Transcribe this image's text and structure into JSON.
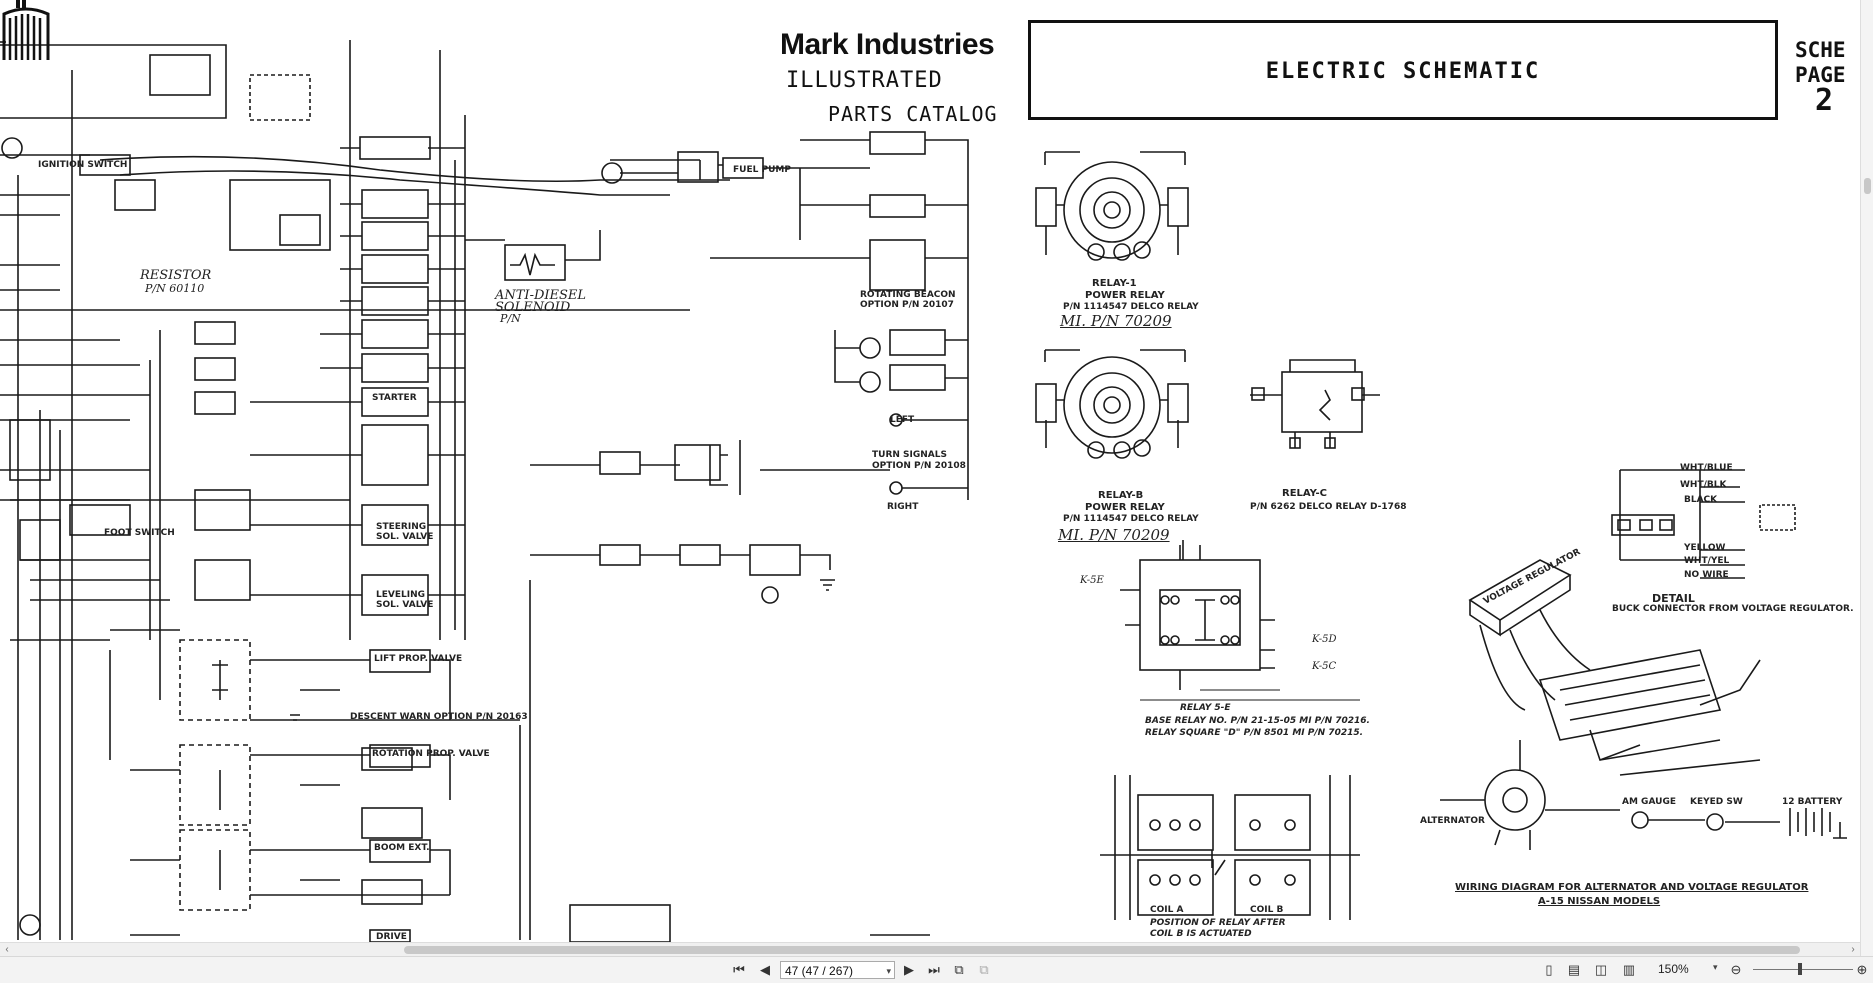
{
  "header": {
    "brand": "Mark Industries",
    "subtitle_line1": "ILLUSTRATED",
    "subtitle_line2": "PARTS CATALOG",
    "title": "ELECTRIC SCHEMATIC",
    "sche_label": "SCHE",
    "page_label": "PAGE",
    "page_number": "2"
  },
  "schematic_labels": {
    "resistor": "RESISTOR",
    "resistor_pn": "P/N 60110",
    "anti_diesel": "ANTI-DIESEL",
    "solenoid": "SOLENOID",
    "pn": "P/N",
    "rotating_beacon": "ROTATING BEACON",
    "beacon_option": "OPTION P/N 20107",
    "left": "LEFT",
    "turn_signals": "TURN SIGNALS",
    "turn_option": "OPTION P/N 20108",
    "right": "RIGHT",
    "foot_switch": "FOOT SWITCH",
    "steering": "STEERING",
    "sol_valve": "SOL. VALVE",
    "leveling": "LEVELING",
    "starter": "STARTER",
    "lift_prop_valve": "LIFT PROP. VALVE",
    "rotation_prop_valve": "ROTATION PROP. VALVE",
    "boom_ext": "BOOM EXT.",
    "drive": "DRIVE",
    "descent_warn": "DESCENT WARN OPTION P/N 20163",
    "ignition_switch": "IGNITION SWITCH",
    "fuel_pump": "FUEL PUMP"
  },
  "right_labels": {
    "relay1": "RELAY-1",
    "power_relay": "POWER RELAY",
    "delco_relay": "P/N 1114547 DELCO RELAY",
    "mi_pn_1": "MI. P/N 70209",
    "relay_b": "RELAY-B",
    "power_relay_b": "POWER RELAY",
    "delco_relay_b": "P/N 1114547 DELCO RELAY",
    "mi_pn_2": "MI. P/N 70209",
    "relay_c": "RELAY-C",
    "relay_c_pn": "P/N 6262 DELCO RELAY D-1768",
    "k5e": "K-5E",
    "k5d": "K-5D",
    "k5c": "K-5C",
    "relay_5": "RELAY 5-E",
    "base_relay": "BASE RELAY NO. P/N 21-15-05 MI P/N 70216.",
    "relay_square": "RELAY SQUARE \"D\" P/N 8501 MI P/N 70215.",
    "coil_a": "COIL A",
    "coil_b": "COIL B",
    "position_relay": "POSITION OF RELAY AFTER",
    "coil_actuated": "COIL B IS ACTUATED",
    "voltage_regulator": "VOLTAGE REGULATOR",
    "detail": "DETAIL",
    "detail_sub": "BUCK CONNECTOR FROM VOLTAGE REGULATOR.",
    "wht_blu": "WHT/BLUE",
    "wht_blk": "WHT/BLK",
    "black": "BLACK",
    "yellow": "YELLOW",
    "wht_yel": "WHT/YEL",
    "no_wire": "NO WIRE",
    "amp_gauge": "AM GAUGE",
    "key_sw": "KEYED SW",
    "battery": "12 BATTERY",
    "alternator": "ALTERNATOR",
    "wiring_caption": "WIRING DIAGRAM FOR ALTERNATOR AND VOLTAGE REGULATOR",
    "nissan": "A-15 NISSAN MODELS"
  },
  "toolbar": {
    "page_field": "47 (47 / 267)",
    "zoom": "150%"
  },
  "icons": {
    "first_page": "first-page-icon",
    "prev_page": "prev-page-icon",
    "next_page": "next-page-icon",
    "last_page": "last-page-icon"
  }
}
